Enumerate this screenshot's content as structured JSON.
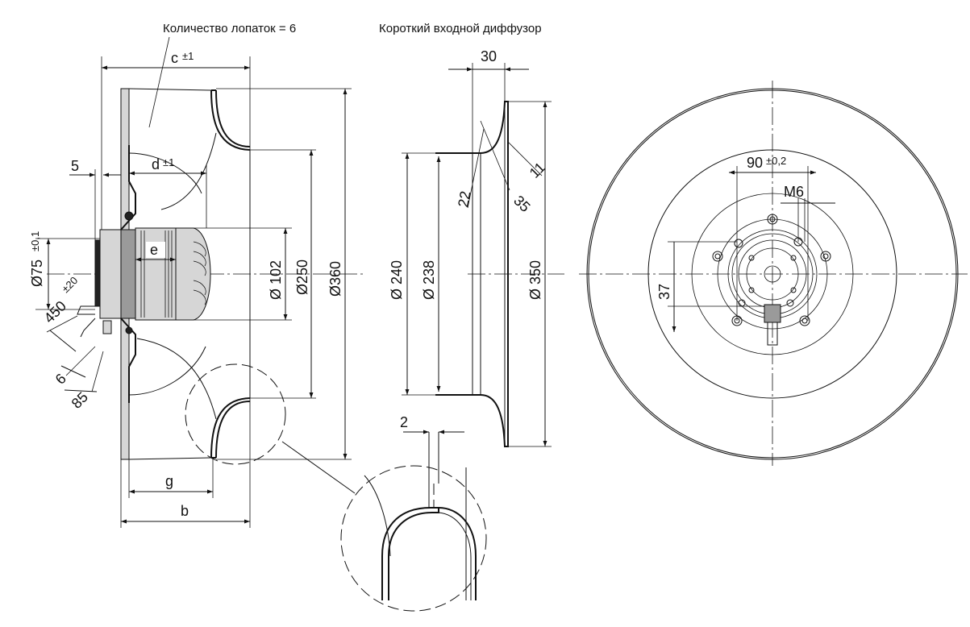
{
  "notes": {
    "blades": "Количество лопаток = 6",
    "diffuser": "Короткий входной диффузор"
  },
  "side_view": {
    "c": "c",
    "c_tol": "±1",
    "d": "d",
    "d_tol": "±1",
    "five": "5",
    "e": "e",
    "g": "g",
    "b": "b",
    "d75": "Ø75",
    "d75_tol": "±0,1",
    "len450": "450",
    "len450_tol": "±20",
    "six": "6",
    "eightyfive": "85",
    "d102": "Ø 102",
    "d250": "Ø250",
    "d360": "Ø360"
  },
  "diffuser_view": {
    "thirty": "30",
    "eleven": "11",
    "thirtyfive": "35",
    "twentytwo": "22",
    "d240": "Ø 240",
    "d238": "Ø 238",
    "d350": "Ø 350",
    "two": "2"
  },
  "front_view": {
    "ninety": "90",
    "ninety_tol": "±0,2",
    "m6": "M6",
    "thirtyseven": "37"
  }
}
